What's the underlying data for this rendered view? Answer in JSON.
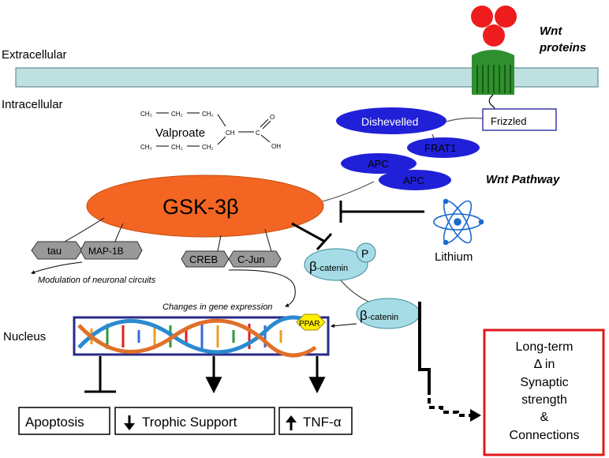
{
  "regions": {
    "extracellular": "Extracellular",
    "intracellular": "Intracellular",
    "nucleus": "Nucleus"
  },
  "wnt": {
    "proteins_line1": "Wnt",
    "proteins_line2": "proteins",
    "frizzled": "Frizzled",
    "pathway_label": "Wnt Pathway",
    "dishevelled": "Dishevelled",
    "frat1": "FRAT1",
    "apc1": "APC",
    "apc2": "APC"
  },
  "valproate": {
    "name": "Valproate",
    "ch3_a": "CH₃",
    "ch2_a1": "CH₂",
    "ch2_a2": "CH₂",
    "ch3_b": "CH₃",
    "ch2_b1": "CH₂",
    "ch2_b2": "CH₂",
    "ch": "CH",
    "c": "C",
    "o": "O",
    "oh": "OH"
  },
  "gsk": {
    "label": "GSK-3β"
  },
  "lithium": "Lithium",
  "targets": {
    "tau": "tau",
    "map1b": "MAP-1B",
    "creb": "CREB",
    "cjun": "C-Jun",
    "modulation": "Modulation of neuronal circuits",
    "gene_expression": "Changes in gene expression"
  },
  "catenin": {
    "beta": "β",
    "suffix": "-catenin",
    "p": "P",
    "ppar": "PPAR"
  },
  "outcomes": {
    "apoptosis": "Apoptosis",
    "trophic": "Trophic Support",
    "tnf": "TNF-α",
    "longterm_1": "Long-term",
    "longterm_2": "Δ in",
    "longterm_3": "Synaptic",
    "longterm_4": "strength",
    "longterm_5": "&",
    "longterm_6": "Connections"
  },
  "colors": {
    "membrane": "#bfe0e0",
    "frizzled": "#2f8f2f",
    "wnt_red": "#ee1c1c",
    "blue_protein": "#2020d8",
    "gsk_orange": "#f26522",
    "catenin": "#a6dce6",
    "ppar": "#ffee00",
    "red_box": "#e01a1a"
  }
}
